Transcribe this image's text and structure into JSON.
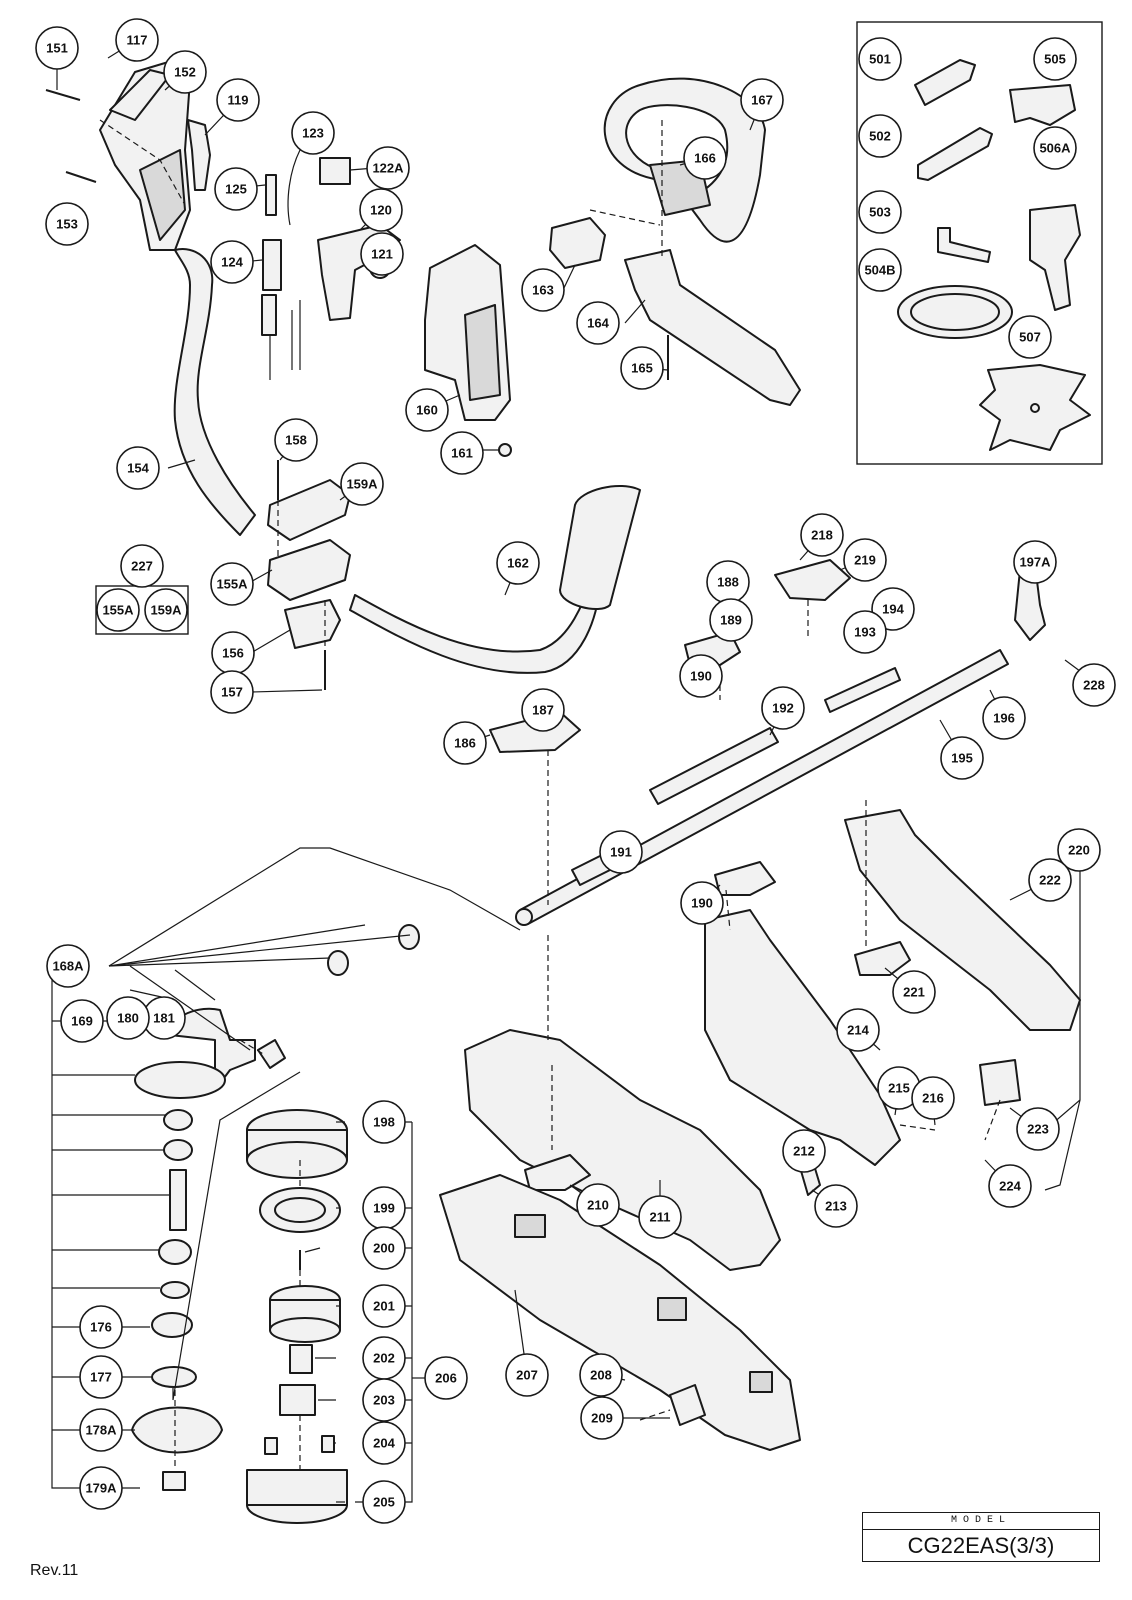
{
  "model": {
    "label": "MODEL",
    "name": "CG22EAS(3/3)"
  },
  "revision": "Rev.11",
  "kit_227": {
    "label": "227",
    "contents": [
      "155A",
      "159A"
    ]
  },
  "accessory_box_parts": [
    "501",
    "505",
    "502",
    "506A",
    "503",
    "504B",
    "507"
  ],
  "callouts": [
    "151",
    "117",
    "152",
    "119",
    "153",
    "123",
    "122A",
    "125",
    "120",
    "124",
    "121",
    "160",
    "161",
    "167",
    "166",
    "163",
    "164",
    "165",
    "154",
    "158",
    "159A",
    "155A",
    "156",
    "157",
    "162",
    "188",
    "189",
    "190",
    "218",
    "219",
    "197A",
    "194",
    "193",
    "228",
    "196",
    "195",
    "187",
    "186",
    "192",
    "191",
    "220",
    "222",
    "190",
    "221",
    "168A",
    "181",
    "180",
    "169",
    "214",
    "215",
    "216",
    "212",
    "213",
    "223",
    "224",
    "198",
    "199",
    "200",
    "201",
    "202",
    "203",
    "204",
    "205",
    "206",
    "210",
    "211",
    "207",
    "208",
    "209",
    "176",
    "177",
    "178A",
    "179A"
  ]
}
